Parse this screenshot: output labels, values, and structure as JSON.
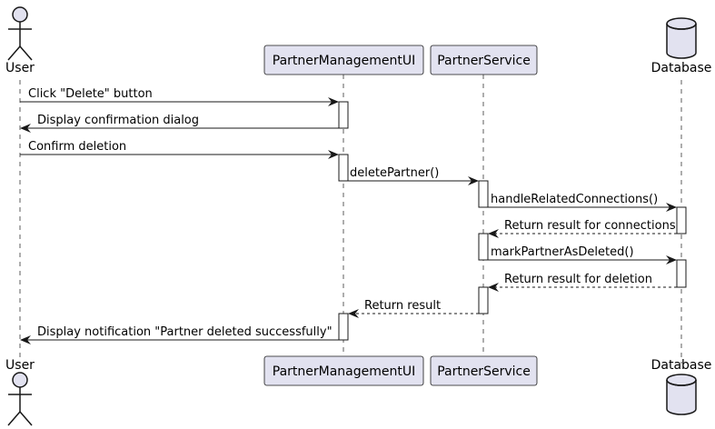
{
  "participants": [
    {
      "id": "user",
      "label": "User",
      "kind": "actor"
    },
    {
      "id": "ui",
      "label": "PartnerManagementUI",
      "kind": "participant"
    },
    {
      "id": "svc",
      "label": "PartnerService",
      "kind": "participant"
    },
    {
      "id": "db",
      "label": "Database",
      "kind": "database"
    }
  ],
  "messages": [
    {
      "from": "user",
      "to": "ui",
      "label": "Click \"Delete\" button",
      "style": "solid"
    },
    {
      "from": "ui",
      "to": "user",
      "label": "Display confirmation dialog",
      "style": "solid"
    },
    {
      "from": "user",
      "to": "ui",
      "label": "Confirm deletion",
      "style": "solid"
    },
    {
      "from": "ui",
      "to": "svc",
      "label": "deletePartner()",
      "style": "solid"
    },
    {
      "from": "svc",
      "to": "db",
      "label": "handleRelatedConnections()",
      "style": "solid"
    },
    {
      "from": "db",
      "to": "svc",
      "label": "Return result for connections",
      "style": "dashed"
    },
    {
      "from": "svc",
      "to": "db",
      "label": "markPartnerAsDeleted()",
      "style": "solid"
    },
    {
      "from": "db",
      "to": "svc",
      "label": "Return result for deletion",
      "style": "dashed"
    },
    {
      "from": "svc",
      "to": "ui",
      "label": "Return result",
      "style": "dashed"
    },
    {
      "from": "ui",
      "to": "user",
      "label": "Display notification \"Partner deleted successfully\"",
      "style": "solid"
    }
  ],
  "colors": {
    "participant_fill": "#E2E2F0",
    "participant_stroke": "#181818",
    "lifeline": "#181818",
    "activation_fill": "#FFFFFF"
  }
}
